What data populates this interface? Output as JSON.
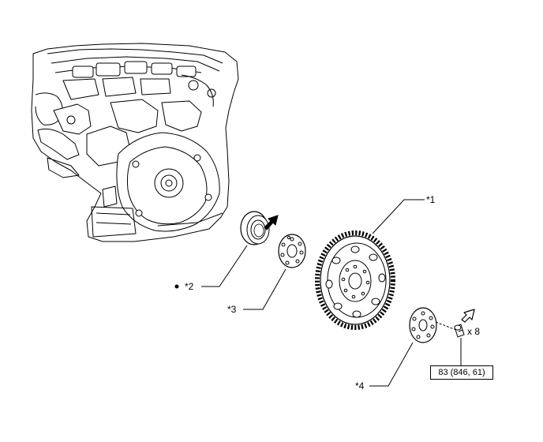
{
  "callouts": {
    "c1": "*1",
    "c2": "*2",
    "c3": "*3",
    "c4": "*4"
  },
  "bolt_quantity": "x 8",
  "torque_spec": "83 (846, 61)"
}
